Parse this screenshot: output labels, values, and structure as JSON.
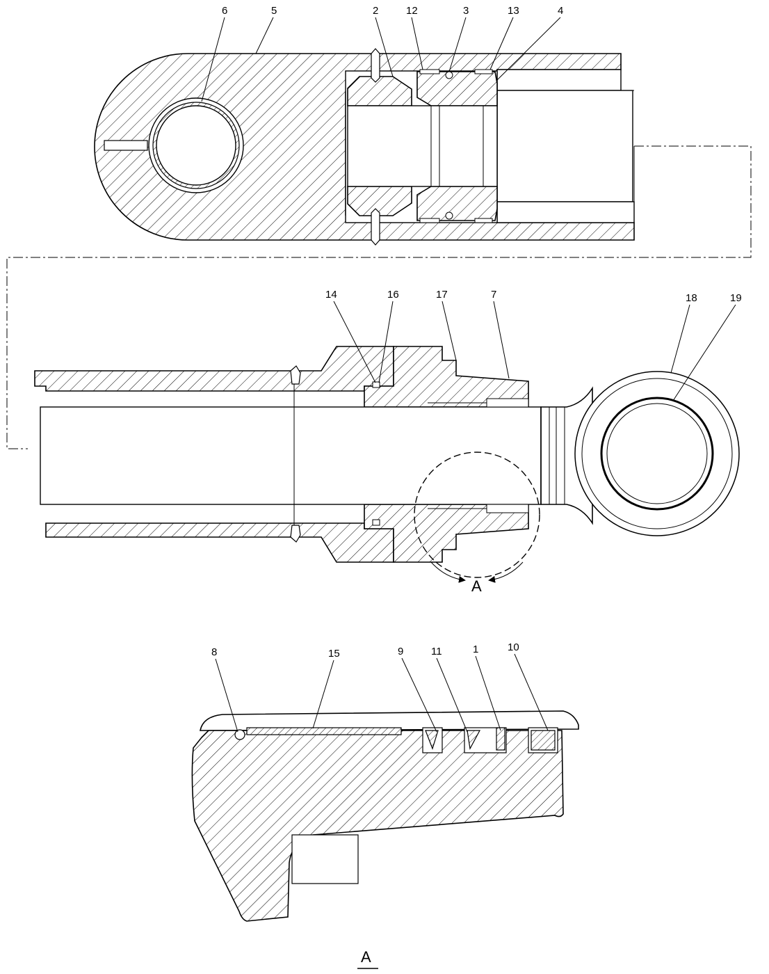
{
  "diagram": {
    "top_view_callouts": [
      "6",
      "5",
      "2",
      "12",
      "3",
      "13",
      "4"
    ],
    "middle_view_callouts": [
      "14",
      "16",
      "17",
      "7",
      "18",
      "19"
    ],
    "detail_view_callouts": [
      "8",
      "15",
      "9",
      "11",
      "1",
      "10"
    ],
    "detail_marker": "A",
    "detail_title": "A"
  }
}
